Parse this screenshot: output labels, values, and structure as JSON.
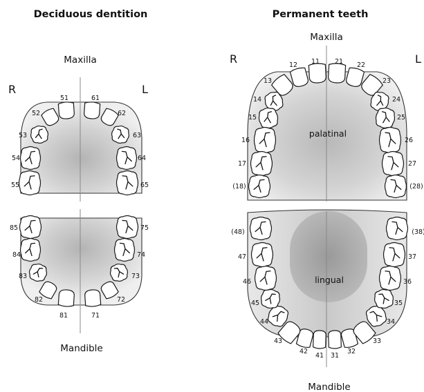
{
  "deciduous": {
    "title": "Deciduous dentition",
    "maxilla_label": "Maxilla",
    "mandible_label": "Mandible",
    "right_label": "R",
    "left_label": "L",
    "upper_teeth": [
      "51",
      "52",
      "53",
      "54",
      "55",
      "61",
      "62",
      "63",
      "64",
      "65"
    ],
    "lower_teeth": [
      "71",
      "72",
      "73",
      "74",
      "75",
      "81",
      "82",
      "83",
      "84",
      "85"
    ]
  },
  "permanent": {
    "title": "Permanent teeth",
    "maxilla_label": "Maxilla",
    "mandible_label": "Mandible",
    "right_label": "R",
    "left_label": "L",
    "upper_surface": "palatinal",
    "lower_surface": "lingual",
    "upper_teeth": [
      "11",
      "12",
      "13",
      "14",
      "15",
      "16",
      "17",
      "(18)",
      "21",
      "22",
      "23",
      "24",
      "25",
      "26",
      "27",
      "(28)"
    ],
    "lower_teeth": [
      "31",
      "32",
      "33",
      "34",
      "35",
      "36",
      "37",
      "(38)",
      "41",
      "42",
      "43",
      "44",
      "45",
      "46",
      "47",
      "(48)"
    ]
  },
  "colors": {
    "gum_light": "#f2f2f2",
    "gum_dark": "#a9a9a9",
    "outline": "#1a1a1a"
  }
}
